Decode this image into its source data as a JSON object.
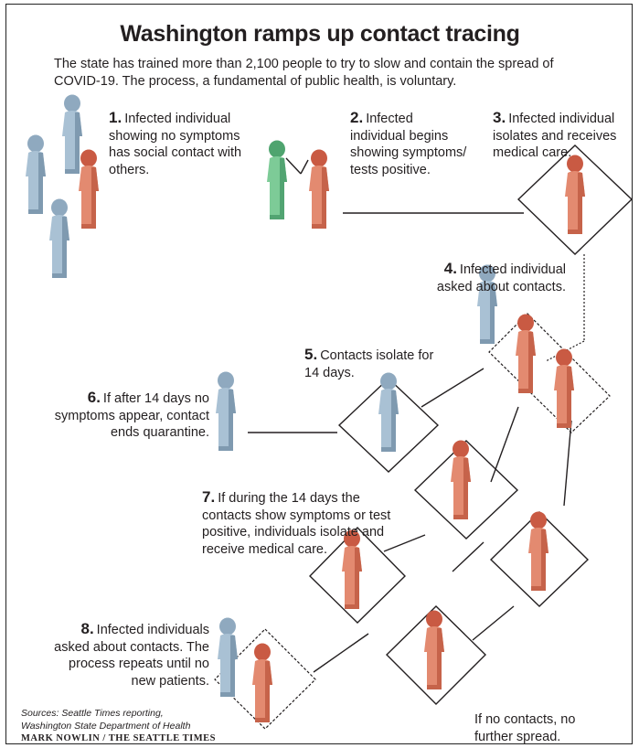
{
  "title": "Washington ramps up contact tracing",
  "subtitle": "The state has trained more than 2,100 people to try to slow and contain the spread of COVID-19. The process, a fundamental of public health, is voluntary.",
  "steps": [
    {
      "num": "1.",
      "text": "Infected individual showing no symptoms has social contact with others."
    },
    {
      "num": "2.",
      "text": "Infected individual begins showing symptoms/ tests positive."
    },
    {
      "num": "3.",
      "text": "Infected individual isolates and receives medical care."
    },
    {
      "num": "4.",
      "text": "Infected individual asked about contacts."
    },
    {
      "num": "5.",
      "text": "Contacts isolate for 14 days."
    },
    {
      "num": "6.",
      "text": "If after 14 days no symptoms appear, contact ends quarantine."
    },
    {
      "num": "7.",
      "text": "If during the 14 days the contacts show symptoms or test positive, individuals isolate and receive medical care."
    },
    {
      "num": "8.",
      "text": "Infected individuals asked about contacts. The process repeats until no new patients."
    }
  ],
  "no_contacts": "If no contacts, no further spread.",
  "sources": "Sources: Seattle Times reporting, Washington State Department of Health",
  "credit": "MARK NOWLIN / THE SEATTLE TIMES",
  "colors": {
    "infected": "#e0785f",
    "healthy": "#a9c1d4",
    "tester": "#6cbf8a",
    "line": "#231f20"
  },
  "figure_types": [
    "healthy",
    "infected",
    "tester"
  ]
}
